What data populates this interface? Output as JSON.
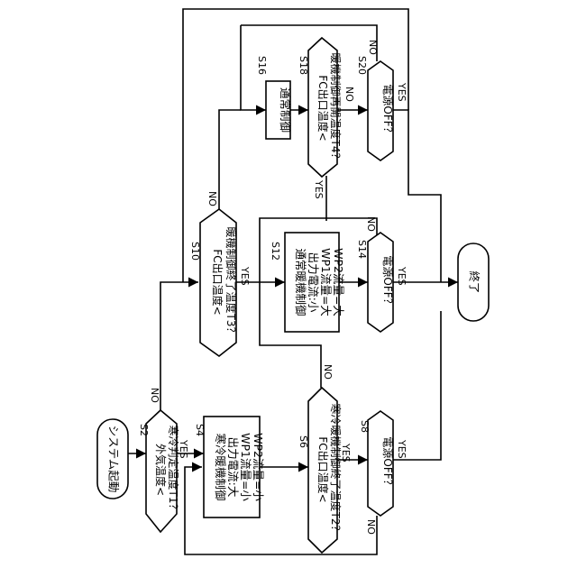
{
  "start_label": "システム起動",
  "end_label": "終了",
  "branch": {
    "yes": "YES",
    "no": "NO"
  },
  "steps": {
    "s2": {
      "id": "S2",
      "lines": [
        "外気温度<",
        "寒冷判定温度T1？"
      ]
    },
    "s4": {
      "id": "S4",
      "lines": [
        "寒冷暖機制御",
        "出力電流:大",
        "WP1流量=小",
        "WP2流量=小"
      ]
    },
    "s6": {
      "id": "S6",
      "lines": [
        "FC出口温度<",
        "寒冷暖機制御終了温度T2？"
      ]
    },
    "s8": {
      "id": "S8",
      "lines": [
        "電源OFF？"
      ]
    },
    "s10": {
      "id": "S10",
      "lines": [
        "FC出口温度<",
        "暖機制御終了温度T3？"
      ]
    },
    "s12": {
      "id": "S12",
      "lines": [
        "通常暖機制御",
        "出力電流:小",
        "WP1流量=大",
        "WP2流量=大"
      ]
    },
    "s14": {
      "id": "S14",
      "lines": [
        "電源OFF？"
      ]
    },
    "s16": {
      "id": "S16",
      "lines": [
        "通常制御"
      ]
    },
    "s18": {
      "id": "S18",
      "lines": [
        "FC出口温度<",
        "暖機制御再開温度T4？"
      ]
    },
    "s20": {
      "id": "S20",
      "lines": [
        "電源OFF？"
      ]
    }
  }
}
